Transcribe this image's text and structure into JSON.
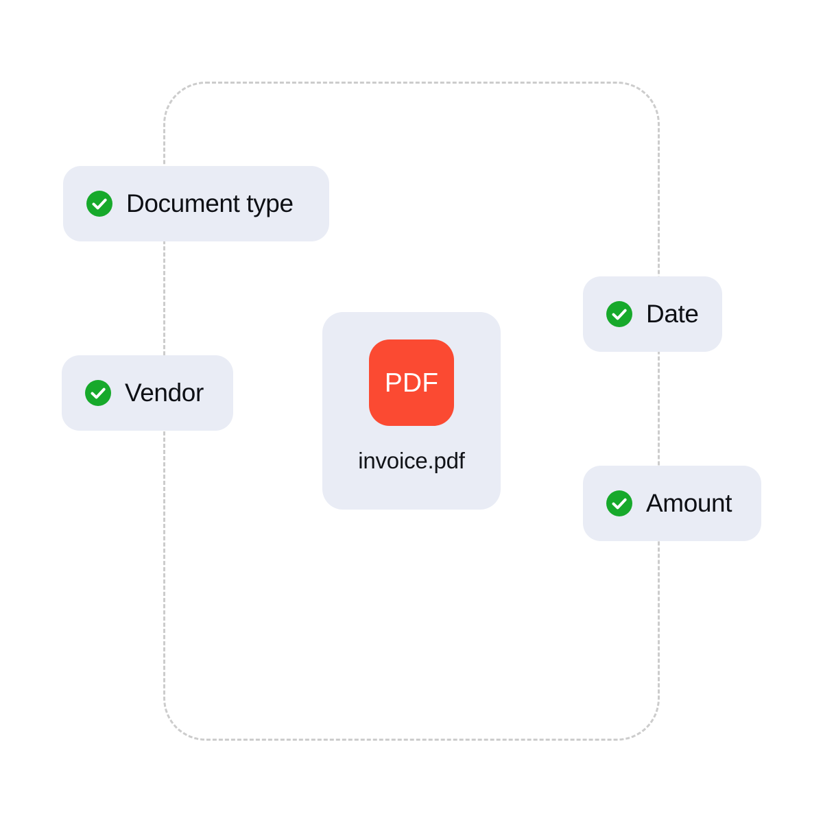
{
  "colors": {
    "background": "#ffffff",
    "pill_background": "#e9ecf5",
    "card_background": "#e9ecf5",
    "dashed_outline": "#cccccc",
    "pdf_red": "#fb4a32",
    "check_green": "#17a92b",
    "text_primary": "#0d0f14"
  },
  "document_outline": {
    "name": "document-boundary",
    "style": "dashed"
  },
  "file_card": {
    "icon_label": "PDF",
    "icon_name": "pdf-file-icon",
    "file_name": "invoice.pdf"
  },
  "fields": [
    {
      "id": "document-type",
      "label": "Document type",
      "status": "verified",
      "status_icon": "check-circle-icon"
    },
    {
      "id": "vendor",
      "label": "Vendor",
      "status": "verified",
      "status_icon": "check-circle-icon"
    },
    {
      "id": "date",
      "label": "Date",
      "status": "verified",
      "status_icon": "check-circle-icon"
    },
    {
      "id": "amount",
      "label": "Amount",
      "status": "verified",
      "status_icon": "check-circle-icon"
    }
  ]
}
